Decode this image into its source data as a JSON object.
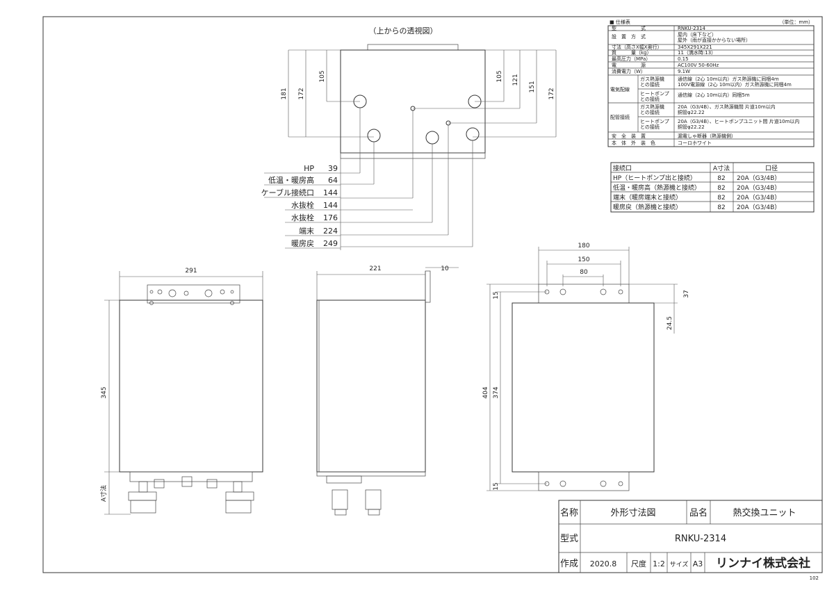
{
  "drawing": {
    "top_view_title": "（上からの透視図）",
    "page_number": "102"
  },
  "top_view_dims": {
    "left": [
      "181",
      "172",
      "105"
    ],
    "right": [
      "105",
      "121",
      "151",
      "172"
    ]
  },
  "connection_lines": [
    {
      "label": "HP",
      "value": "39"
    },
    {
      "label": "低温・暖房高",
      "value": "64"
    },
    {
      "label": "ケーブル接続口",
      "value": "144"
    },
    {
      "label": "水抜栓",
      "value": "144"
    },
    {
      "label": "水抜栓",
      "value": "176"
    },
    {
      "label": "端末",
      "value": "224"
    },
    {
      "label": "暖房戻",
      "value": "249"
    }
  ],
  "front_view_dims": {
    "width": "291",
    "height": "345",
    "a_dim": "A寸法"
  },
  "side_view_dims": {
    "depth": "221",
    "bracket": "10"
  },
  "mount_view_dims": {
    "w180": "180",
    "w150": "150",
    "w80": "80",
    "h404": "404",
    "h374": "374",
    "top15": "15",
    "bot15": "15",
    "d37": "37",
    "d245": "24.5"
  },
  "spec_table": {
    "title": "■ 仕様表",
    "unit": "（単位：mm）",
    "rows": [
      {
        "label": "型　　　　　式",
        "value": "RNKU-2314"
      },
      {
        "label": "設　置　方　式",
        "value": "屋内（床下など）\n屋外（雨が直接かからない場所）"
      },
      {
        "label": "寸法（高さX幅X奥行）",
        "value": "345X291X221"
      },
      {
        "label": "質　　　量（kg）",
        "value": "11（満水時:13）"
      },
      {
        "label": "最高圧力（MPa）",
        "value": "0.15"
      },
      {
        "label": "電　　　　　源",
        "value": "AC100V 50-60Hz"
      },
      {
        "label": "消費電力（W）",
        "value": "9.1W"
      }
    ],
    "group_electric": {
      "label": "電気配線",
      "rows": [
        {
          "sub": "ガス熱源機\nとの接続",
          "value": "通信線（2心 10m以内）ガス熱源機に同梱4m\n100V電源線（2心 10m以内）ガス熱源機に同梱4m"
        },
        {
          "sub": "ヒートポンプ\nとの接続",
          "value": "通信線（2心 10m以内）同梱5m"
        }
      ]
    },
    "group_piping": {
      "label": "配管接続",
      "rows": [
        {
          "sub": "ガス熱源機\nとの接続",
          "value": "20A（G3/4B）、ガス熱源機間 片道10m以内\n銅管φ22.22"
        },
        {
          "sub": "ヒートポンプ\nとの接続",
          "value": "20A（G3/4B）、ヒートポンプユニット間 片道10m以内\n銅管φ22.22"
        }
      ]
    },
    "tail_rows": [
      {
        "label": "安　全　装　置",
        "value": "漏電しゃ断器（熱源機側）"
      },
      {
        "label": "本　体　外　装　色",
        "value": "コーロホワイト"
      }
    ]
  },
  "port_table": {
    "headers": [
      "接続口",
      "A寸法",
      "口径"
    ],
    "rows": [
      [
        "HP（ヒートポンプ出と接続）",
        "82",
        "20A（G3/4B）"
      ],
      [
        "低温・暖房高（熱源機と接続）",
        "82",
        "20A（G3/4B）"
      ],
      [
        "端末（暖房端末と接続）",
        "82",
        "20A（G3/4B）"
      ],
      [
        "暖房戻（熱源機と接続）",
        "82",
        "20A（G3/4B）"
      ]
    ]
  },
  "title_block": {
    "name_label": "名称",
    "name_value": "外形寸法図",
    "product_label": "品名",
    "product_value": "熱交換ユニット",
    "model_label": "型式",
    "model_value": "RNKU-2314",
    "made_label": "作成",
    "made_value": "2020.8",
    "scale_label": "尺度",
    "scale_value": "1:2",
    "size_label": "サイズ",
    "size_value": "A3",
    "company": "リンナイ株式会社"
  }
}
